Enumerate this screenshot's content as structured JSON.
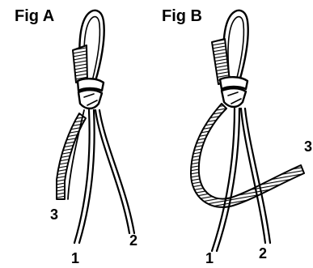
{
  "figures": [
    {
      "title": "Fig A",
      "labels": {
        "strand1": "1",
        "strand2": "2",
        "strand3": "3"
      }
    },
    {
      "title": "Fig B",
      "labels": {
        "strand1": "1",
        "strand2": "2",
        "strand3": "3"
      }
    }
  ],
  "colors": {
    "ink": "#000000",
    "background": "#ffffff"
  }
}
